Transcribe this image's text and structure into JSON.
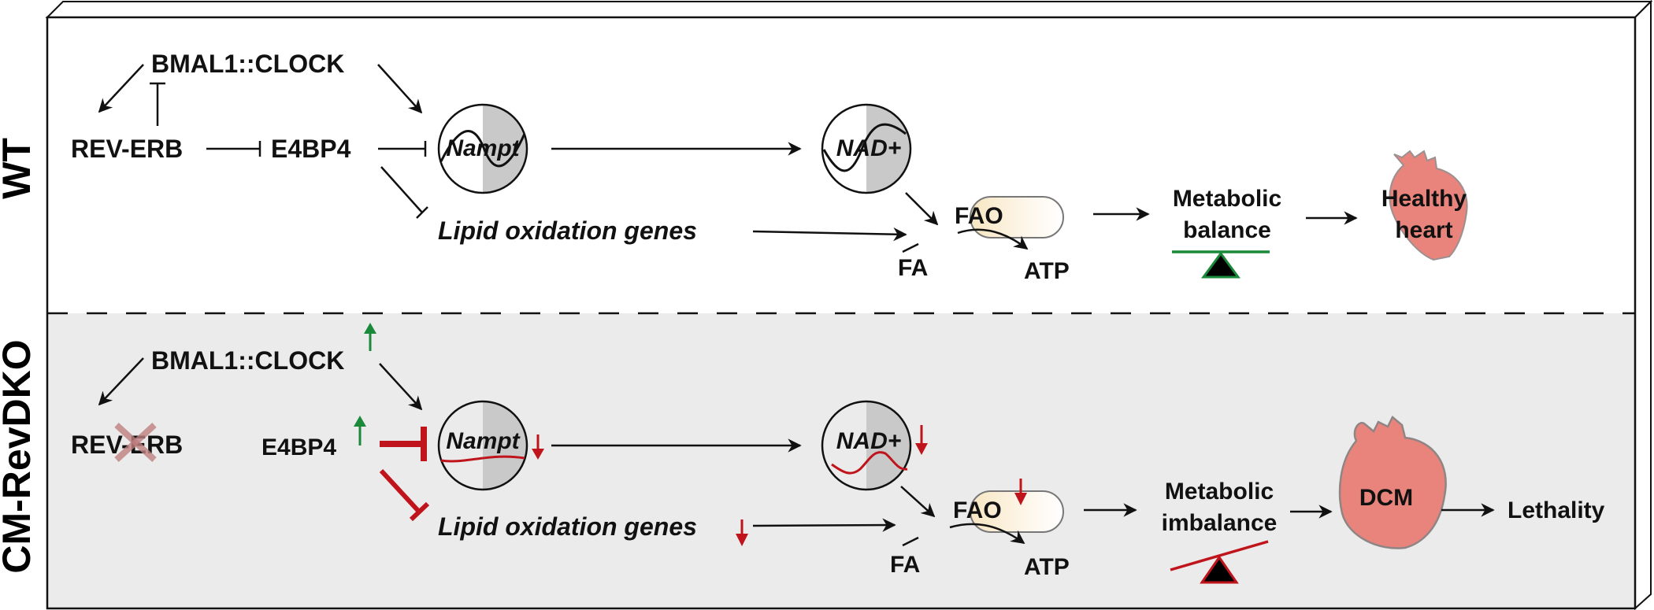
{
  "panels": {
    "top_label": "WT",
    "bottom_label": "CM-RevDKO"
  },
  "wt": {
    "bmal1_clock": "BMAL1::CLOCK",
    "rev_erb": "REV-ERB",
    "e4bp4": "E4BP4",
    "nampt": "Nampt",
    "nad": "NAD+",
    "lipid_genes": "Lipid oxidation genes",
    "fao": "FAO",
    "fa": "FA",
    "atp": "ATP",
    "metabolic_line1": "Metabolic",
    "metabolic_line2": "balance",
    "heart_line1": "Healthy",
    "heart_line2": "heart"
  },
  "ko": {
    "bmal1_clock": "BMAL1::CLOCK",
    "rev_erb": "REV-ERB",
    "e4bp4": "E4BP4",
    "nampt": "Nampt",
    "nad": "NAD+",
    "lipid_genes": "Lipid oxidation genes",
    "fao": "FAO",
    "fa": "FA",
    "atp": "ATP",
    "metabolic_line1": "Metabolic",
    "metabolic_line2": "imbalance",
    "dcm": "DCM",
    "lethality": "Lethality"
  },
  "colors": {
    "up_arrow": "#1a8a3a",
    "down_arrow": "#c0141c",
    "inhibit_red": "#c0141c",
    "heart_fill": "#e8847c",
    "ko_background": "#ebebeb",
    "balance_green": "#1a8a3a"
  }
}
